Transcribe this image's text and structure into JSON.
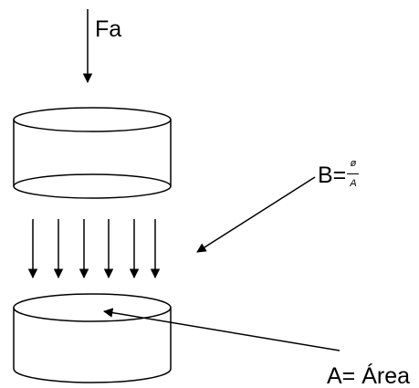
{
  "labels": {
    "force": "Fa",
    "field_prefix": "B=",
    "field_numerator": "ø",
    "field_denominator": "A",
    "area": "A= Área"
  },
  "colors": {
    "stroke": "#000000",
    "background": "#ffffff"
  }
}
